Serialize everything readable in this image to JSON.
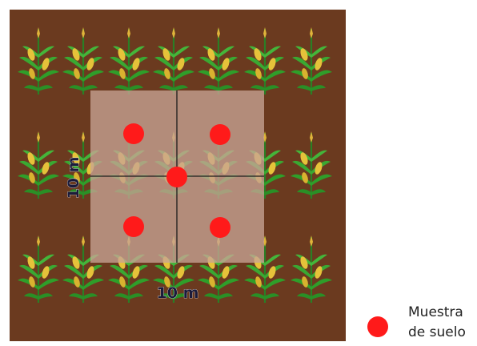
{
  "diagram": {
    "field_color": "#6b3a1f",
    "plot_fill": "#c8a495",
    "sample_color": "#ff1a1a",
    "plant_leaf_color": "#2f9e2a",
    "plant_cob_color": "#e6c23a",
    "width_label": "10 m",
    "height_label": "10 m",
    "samples": 5
  },
  "legend": {
    "line1": "Muestra",
    "line2": "de suelo",
    "marker_icon": "red-circle-icon"
  }
}
